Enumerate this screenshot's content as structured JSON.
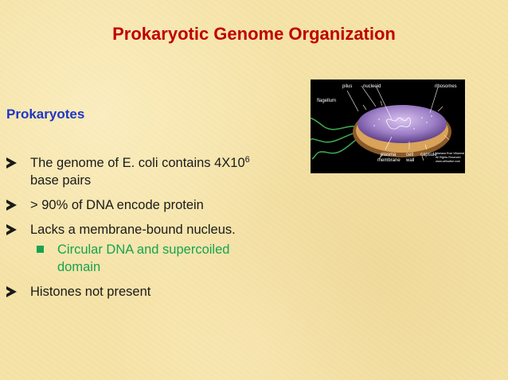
{
  "title": "Prokaryotic Genome Organization",
  "section_heading": "Prokaryotes",
  "bullets": {
    "b1_text": "The genome of E. coli contains 4X10",
    "b1_superscript": "6",
    "b1_text2": "base pairs",
    "b2_text": "> 90% of DNA encode protein",
    "b3_text": "Lacks a membrane-bound nucleus.",
    "b3_sub_line1": "Circular DNA and supercoiled",
    "b3_sub_line2": "domain",
    "b4_text": "Histones not present"
  },
  "figure": {
    "labels": {
      "pilus": "pilus",
      "nucleoid": "nucleoid",
      "ribosomes": "ribosomes",
      "flagellum": "flagellum",
      "plasma_membrane_1": "plasma",
      "plasma_membrane_2": "membrane",
      "cell_wall_1": "cell",
      "cell_wall_2": "wall",
      "capsule": "capsule"
    },
    "credit": {
      "line1": "Mariana Ruiz Villarreal",
      "line2": "All Rights Reserved",
      "line3": "www.cellsalive.com"
    }
  },
  "colors": {
    "title": "#c00000",
    "heading": "#1f35c6",
    "sub_bullet": "#17a350",
    "background": "#f5e3a8"
  }
}
